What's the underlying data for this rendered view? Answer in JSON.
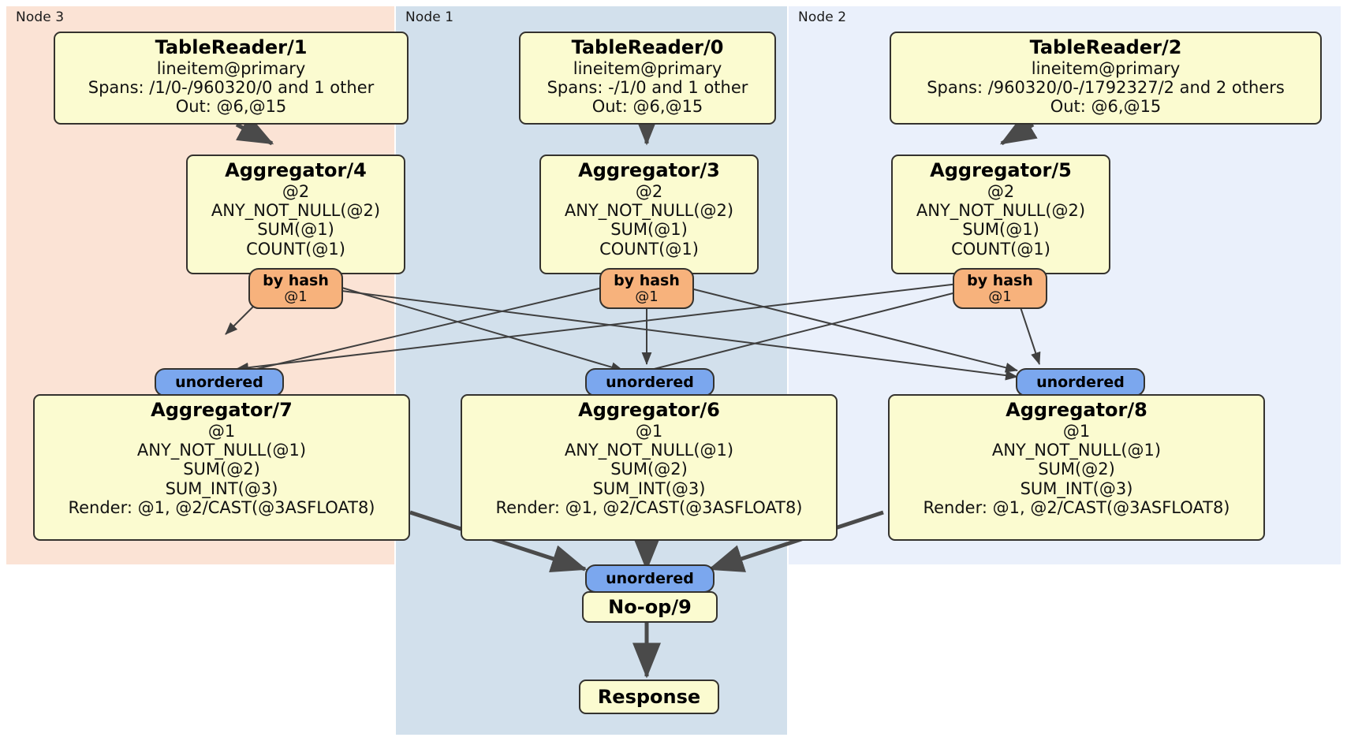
{
  "diagram": {
    "title": "Distributed query plan",
    "colors": {
      "node3_bg": "#fbe3d5",
      "node1_bg": "#d2e0ec",
      "node2_bg": "#eaf0fb",
      "box_bg": "#fbfbd0",
      "box_border": "#34322e",
      "router_bg": "#7ba7ee",
      "hash_bg": "#f7b27c",
      "edge": "#3f3f3f"
    },
    "panels": [
      {
        "id": "node3",
        "label": "Node 3"
      },
      {
        "id": "node1",
        "label": "Node 1"
      },
      {
        "id": "node2",
        "label": "Node 2"
      }
    ],
    "processors": {
      "table_reader_1": {
        "title": "TableReader/1",
        "lines": [
          "lineitem@primary",
          "Spans: /1/0-/960320/0 and 1 other",
          "Out: @6,@15"
        ]
      },
      "table_reader_0": {
        "title": "TableReader/0",
        "lines": [
          "lineitem@primary",
          "Spans: -/1/0 and 1 other",
          "Out: @6,@15"
        ]
      },
      "table_reader_2": {
        "title": "TableReader/2",
        "lines": [
          "lineitem@primary",
          "Spans: /960320/0-/1792327/2 and 2 others",
          "Out: @6,@15"
        ]
      },
      "aggregator_4": {
        "title": "Aggregator/4",
        "lines": [
          "@2",
          "ANY_NOT_NULL(@2)",
          "SUM(@1)",
          "COUNT(@1)"
        ]
      },
      "aggregator_3": {
        "title": "Aggregator/3",
        "lines": [
          "@2",
          "ANY_NOT_NULL(@2)",
          "SUM(@1)",
          "COUNT(@1)"
        ]
      },
      "aggregator_5": {
        "title": "Aggregator/5",
        "lines": [
          "@2",
          "ANY_NOT_NULL(@2)",
          "SUM(@1)",
          "COUNT(@1)"
        ]
      },
      "aggregator_7": {
        "title": "Aggregator/7",
        "lines": [
          "@1",
          "ANY_NOT_NULL(@1)",
          "SUM(@2)",
          "SUM_INT(@3)",
          "Render: @1, @2/CAST(@3ASFLOAT8)"
        ]
      },
      "aggregator_6": {
        "title": "Aggregator/6",
        "lines": [
          "@1",
          "ANY_NOT_NULL(@1)",
          "SUM(@2)",
          "SUM_INT(@3)",
          "Render: @1, @2/CAST(@3ASFLOAT8)"
        ]
      },
      "aggregator_8": {
        "title": "Aggregator/8",
        "lines": [
          "@1",
          "ANY_NOT_NULL(@1)",
          "SUM(@2)",
          "SUM_INT(@3)",
          "Render: @1, @2/CAST(@3ASFLOAT8)"
        ]
      },
      "noop_9": {
        "title": "No-op/9"
      },
      "response": {
        "title": "Response"
      }
    },
    "outputs": {
      "hash_left": {
        "type": "by hash",
        "column": "@1"
      },
      "hash_middle": {
        "type": "by hash",
        "column": "@1"
      },
      "hash_right": {
        "type": "by hash",
        "column": "@1"
      }
    },
    "inputs": {
      "router_left": {
        "type": "unordered"
      },
      "router_middle": {
        "type": "unordered"
      },
      "router_right": {
        "type": "unordered"
      },
      "router_final": {
        "type": "unordered"
      }
    }
  }
}
